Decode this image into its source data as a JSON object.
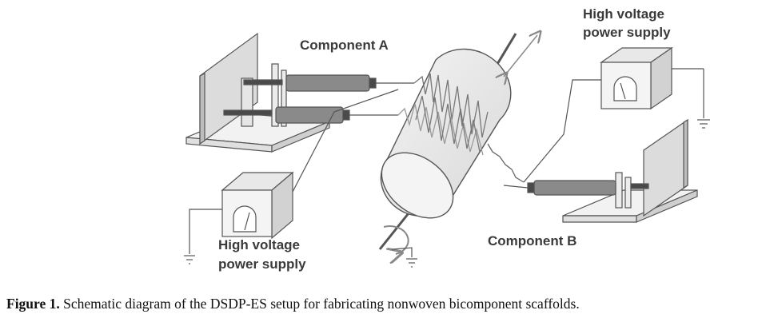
{
  "diagram": {
    "labels": {
      "component_a": "Component A",
      "component_b": "Component B",
      "hv_top_line1": "High voltage",
      "hv_top_line2": "power supply",
      "hv_bottom_line1": "High voltage",
      "hv_bottom_line2": "power supply"
    }
  },
  "caption": {
    "label": "Figure 1.",
    "text": " Schematic diagram of the DSDP-ES setup for fabricating nonwoven bicomponent scaffolds."
  },
  "colors": {
    "line": "#555555",
    "light_fill": "#f2f2f2",
    "panel_fill": "#dcdcdc",
    "syringe_fill": "#8a8a8a",
    "dark_fill": "#4a4a4a"
  }
}
